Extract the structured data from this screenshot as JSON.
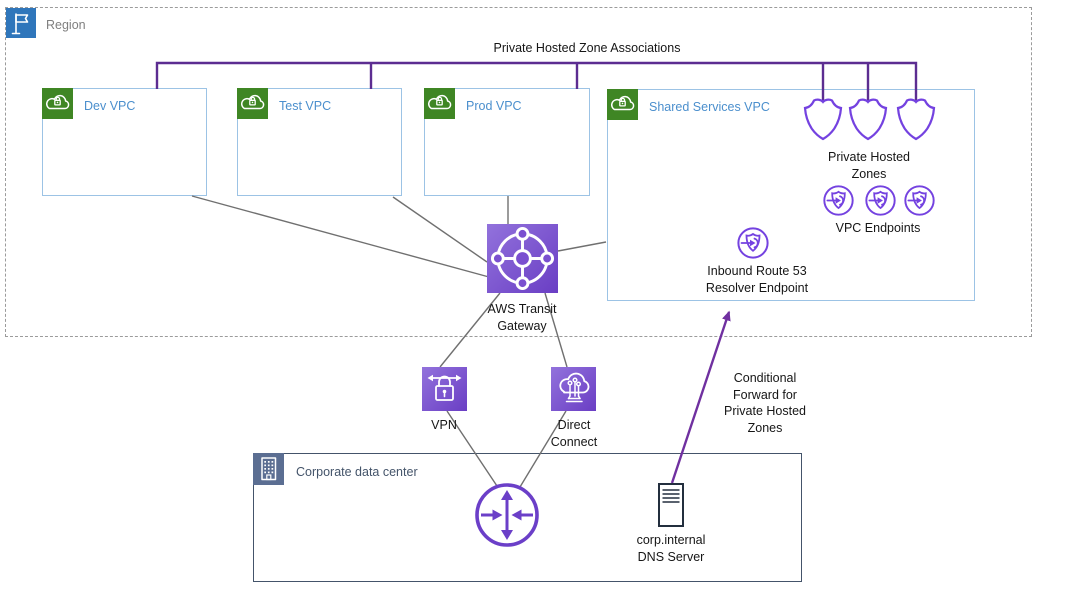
{
  "colors": {
    "region_blue": "#2F76BB",
    "vpc_green": "#3F8624",
    "vpc_border_blue": "#9CC3E5",
    "vpc_label_blue": "#4B8FCD",
    "association_purple": "#5C2D91",
    "outline_purple": "#7442E0",
    "arrow_purple": "#7030A0",
    "connector_gray": "#707070",
    "datacenter_navy": "#44546A",
    "server_navy": "#232F3E",
    "router_purple": "#6B3FC8"
  },
  "region": {
    "label": "Region"
  },
  "title": "Private Hosted Zone Associations",
  "vpcs": {
    "dev": "Dev VPC",
    "test": "Test VPC",
    "prod": "Prod VPC",
    "shared": "Shared Services VPC"
  },
  "shared_services": {
    "phz_line1": "Private Hosted",
    "phz_line2": "Zones",
    "vpc_endpoints": "VPC Endpoints",
    "resolver_line1": "Inbound Route 53",
    "resolver_line2": "Resolver Endpoint"
  },
  "network": {
    "tgw_line1": "AWS Transit",
    "tgw_line2": "Gateway",
    "vpn": "VPN",
    "dc_line1": "Direct",
    "dc_line2": "Connect"
  },
  "annotation": {
    "cf_line1": "Conditional",
    "cf_line2": "Forward for",
    "cf_line3": "Private Hosted",
    "cf_line4": "Zones"
  },
  "datacenter": {
    "label": "Corporate data center",
    "dns_line1": "corp.internal",
    "dns_line2": "DNS Server"
  },
  "icons": {
    "region": "flag-icon",
    "vpc": "cloud-lock-icon",
    "private_hosted_zone": "shield-icon",
    "vpc_endpoint": "endpoint-shield-arrow-icon",
    "resolver": "endpoint-shield-arrow-icon",
    "transit_gateway": "hub-spoke-icon",
    "vpn": "lock-arrows-icon",
    "direct_connect": "cloud-connect-icon",
    "datacenter": "building-icon",
    "router": "router-arrows-icon",
    "dns_server": "server-icon"
  }
}
